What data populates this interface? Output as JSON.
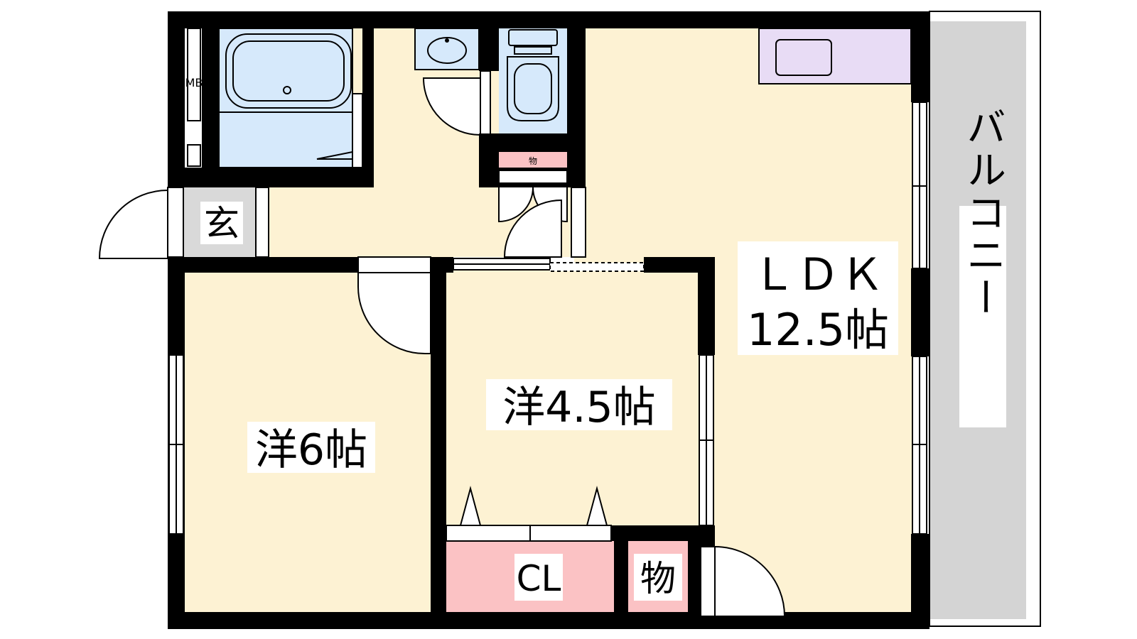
{
  "rooms": {
    "ldk": {
      "name": "ＬＤＫ",
      "size": "12.5帖"
    },
    "western6": {
      "label": "洋6帖"
    },
    "western45": {
      "label": "洋4.5帖"
    },
    "closet": {
      "label": "CL"
    },
    "storage": {
      "label": "物"
    },
    "storage_small": {
      "label": "物"
    },
    "entrance": {
      "label": "玄"
    },
    "balcony": {
      "label": "バルコニー"
    },
    "meter_box": {
      "label": "MB"
    }
  },
  "colors": {
    "floor": "#fdf2d3",
    "wall": "#000000",
    "bath": "#d6e9fb",
    "kitchen": "#e8dcf5",
    "closet": "#fbc2c4",
    "entrance": "#d9d9d9",
    "balcony": "#d4d4d4"
  }
}
